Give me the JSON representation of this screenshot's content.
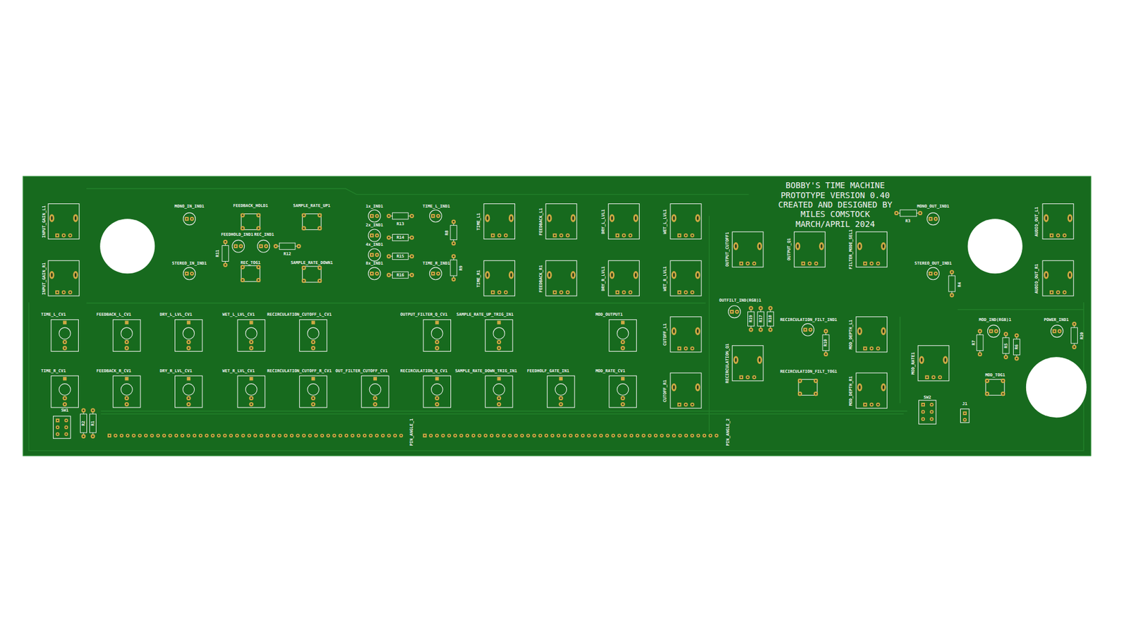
{
  "diagram": {
    "labels": [
      "BOBBY'S TIME MACHINE",
      "PROTOTYPE VERSION 0.40",
      "CREATED AND DESIGNED BY",
      "MILES COMSTOCK",
      "MARCH/APRIL 2024",
      "INPUT_GAIN_L1",
      "INPUT_GAIN_R1",
      "MONO_IN_IND1",
      "STEREO_IN_IND1",
      "FEEDBACK_HOLD1",
      "FEEDHOLD_IND1",
      "REC_IND1",
      "R11",
      "R12",
      "REC_TOG1",
      "SAMPLE_RATE_UP1",
      "SAMPLE_RATE_DOWN1",
      "1x_IND1",
      "R13",
      "2x_IND1",
      "R14",
      "4x_IND1",
      "R15",
      "8x_IND1",
      "R16",
      "TIME_L_IND1",
      "R8",
      "TIME_R_IND1",
      "R9",
      "TIME_L1",
      "TIME_R1",
      "FEEDBACK_L1",
      "FEEDBACK_R1",
      "DRY_L_LVL1",
      "DRY_R_LVL1",
      "WET_L_LVL1",
      "WET_R_LVL1",
      "CUTOFF_L1",
      "CUTOFF_R1",
      "OUTPUT_CUTOFF1",
      "OUTPUT_Q1",
      "FILTER_MODE_SEL1",
      "MONO_OUT_IND1",
      "R3",
      "STEREO_OUT_IND1",
      "R4",
      "AUDIO_OUT_L1",
      "AUDIO_OUT_R1",
      "OUTFILT_IND(RGB)1",
      "R19",
      "R17",
      "R18",
      "RECIRCULATION_FILT_IND1",
      "R10",
      "RECIRCULATION_Q1",
      "MOD_DEPTH_L1",
      "MOD_DEPTH_R1",
      "MOD_RATE1",
      "RECIRCULATION_FILT_TOG1",
      "MOD_IND(RGB)1",
      "R7",
      "R5",
      "R6",
      "POWER_IND1",
      "R20",
      "MOD_TOG1",
      "SW2",
      "J1",
      "TIME_L_CV1",
      "FEEDBACK_L_CV1",
      "DRY_L_LVL_CV1",
      "WET_L_LVL_CV1",
      "RECIRCULATION_CUTOFF_L_CV1",
      "OUTPUT_FILTER_Q_CV1",
      "SAMPLE_RATE_UP_TRIG_IN1",
      "MOD_OUTPUT1",
      "TIME_R_CV1",
      "FEEDBACK_R_CV1",
      "DRY_R_LVL_CV1",
      "WET_R_LVL_CV1",
      "RECIRCULATION_CUTOFF_R_CV1",
      "OUT_FILTER_CUTOFF_CV1",
      "RECIRCULATION_Q_CV1",
      "SAMPLE_RATE_DOWN_TRIG_IN1",
      "FEEDHOLF_GATE_IN1",
      "MOD_RATE_CV1",
      "SW1",
      "R2",
      "R1",
      "PIN_ANGLE_1",
      "PIN_ANGLE_2"
    ]
  }
}
